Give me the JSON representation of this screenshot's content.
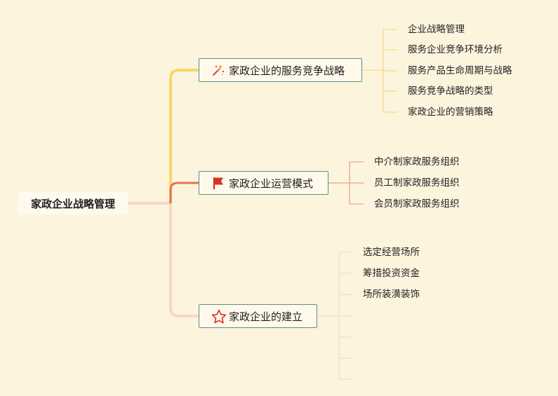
{
  "root": {
    "label": "家政企业战略管理"
  },
  "branches": [
    {
      "label": "家政企业的服务竞争战略",
      "icon": "magic-wand-icon",
      "color": "#f5c95a",
      "children": [
        "企业战略管理",
        "服务企业竞争环境分析",
        "服务产品生命周期与战略",
        "服务竞争战略的类型",
        "家政企业的营销策略"
      ]
    },
    {
      "label": "家政企业运营模式",
      "icon": "red-flag-icon",
      "color": "#e8714e",
      "children": [
        "中介制家政服务组织",
        "员工制家政服务组织",
        "会员制家政服务组织"
      ]
    },
    {
      "label": "家政企业的建立",
      "icon": "star-outline-icon",
      "color": "#f2cfc0",
      "children": [
        "选定经营场所",
        "筹措投资资金",
        "场所装潢装饰",
        "",
        "",
        "",
        ""
      ]
    }
  ]
}
